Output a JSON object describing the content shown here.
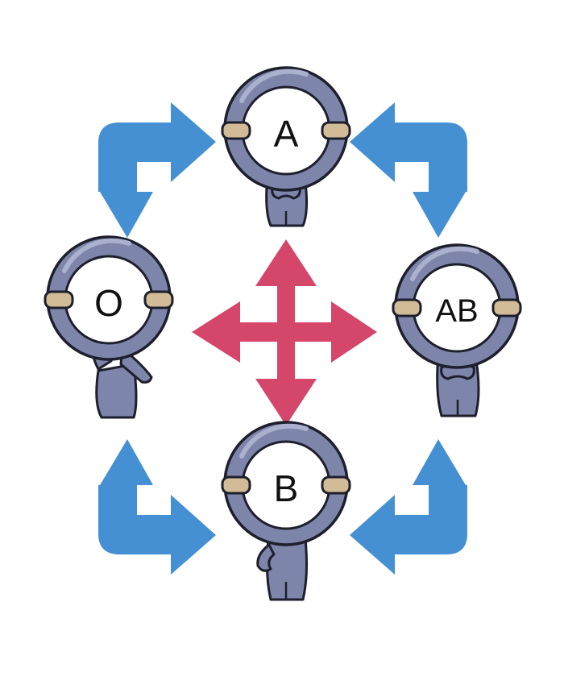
{
  "nodes": {
    "a": {
      "label": "A",
      "pose": "arms-crossed"
    },
    "o": {
      "label": "O",
      "pose": "arm-outstretched"
    },
    "ab": {
      "label": "AB",
      "pose": "arms-crossed"
    },
    "b": {
      "label": "B",
      "pose": "hand-on-hip"
    }
  },
  "colors": {
    "blue_arrow": "#4590d3",
    "pink_arrow": "#d4476a",
    "figure_body": "#7d85aa",
    "figure_outline": "#1d1f2c",
    "ring_highlight": "#aab1cf",
    "strap": "#d2bc97",
    "disc": "#ffffff"
  },
  "icons": {
    "outer_arrows": "elbow-double-arrow",
    "center_arrow": "four-way-arrow"
  }
}
